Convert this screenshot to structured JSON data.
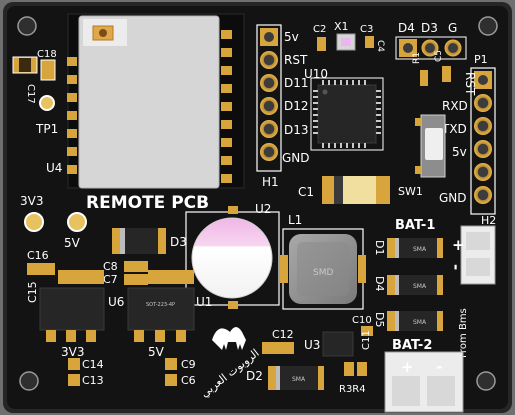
{
  "board": {
    "title": "REMOTE PCB",
    "logo_text": "الروبوت العربي",
    "colors": {
      "background": "#6f6f6f",
      "board": "#131313",
      "edge": "#2a2a2a",
      "silkscreen": "#ffffff",
      "copper": "#d8a53c",
      "chip_body": "#262626"
    }
  },
  "labels": {
    "u4": "U4",
    "tp1": "TP1",
    "c17": "C17",
    "c18": "C18",
    "h1": "H1",
    "pin_5v": "5v",
    "pin_rst": "RST",
    "pin_d11": "D11",
    "pin_d12": "D12",
    "pin_d13": "D13",
    "pin_gnd": "GND",
    "c2": "C2",
    "x1": "X1",
    "c3": "C3",
    "c4": "C4",
    "d4_top": "D4",
    "d3_top": "D3",
    "g_top": "G",
    "u10": "U10",
    "r1": "R1",
    "c5": "C5",
    "p1": "P1",
    "p1_rst": "RST",
    "p1_rxd": "RXD",
    "p1_txd": "TXD",
    "p1_5v": "5v",
    "p1_gnd": "GND",
    "sw1": "SW1",
    "c1": "C1",
    "h2": "H2",
    "u2": "U2",
    "d3": "D3",
    "l1": "L1",
    "smd": "SMD",
    "bat1": "BAT-1",
    "bat2": "BAT-2",
    "from_bms": "From Bms",
    "d1": "D1",
    "d4": "D4",
    "d5": "D5",
    "sma": "SMA",
    "plus": "+",
    "minus": "-",
    "label_3v3_top": "3V3",
    "label_5v_top": "5V",
    "c16": "C16",
    "c15": "C15",
    "c8": "C8",
    "c7": "C7",
    "u6": "U6",
    "u1": "U1",
    "sot": "SOT-223-4P",
    "label_3v3_bottom": "3V3",
    "label_5v_bottom": "5V",
    "c14": "C14",
    "c13": "C13",
    "c9": "C9",
    "c6": "C6",
    "c12": "C12",
    "u3": "U3",
    "c10": "C10",
    "c11": "C11",
    "d2": "D2",
    "r3r4": "R3R4"
  }
}
